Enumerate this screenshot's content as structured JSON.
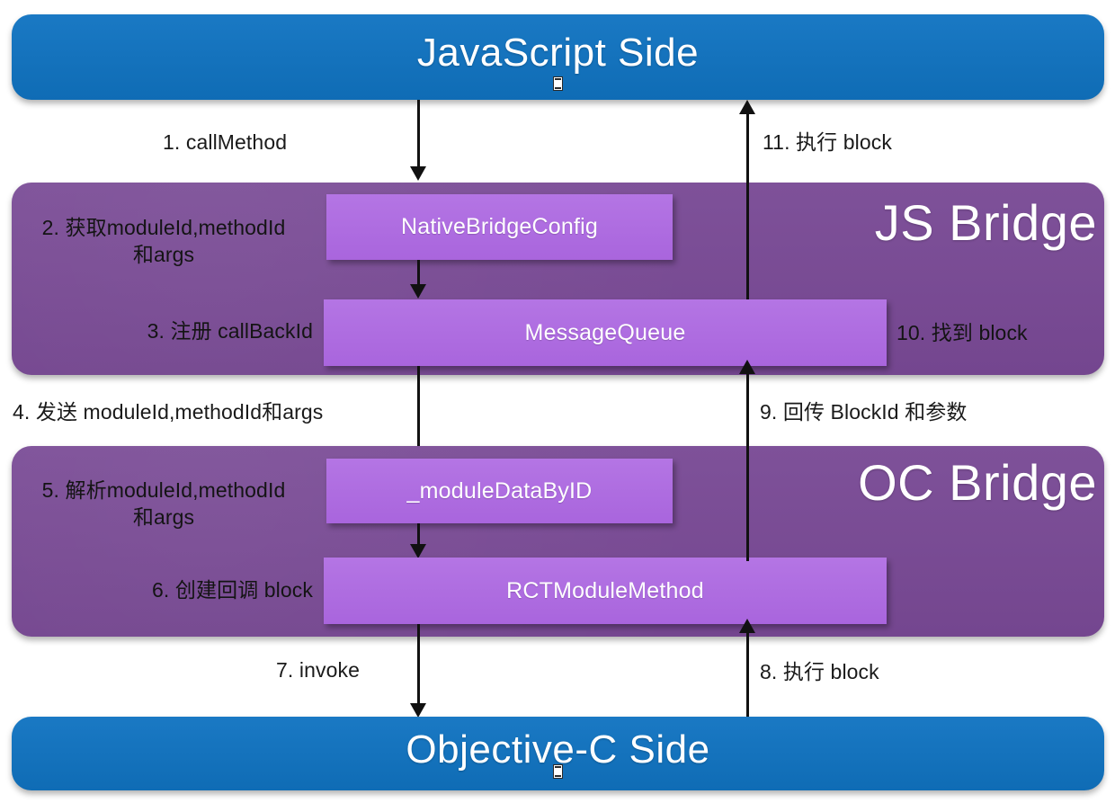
{
  "diagram": {
    "title": "React Native JavaScript / Objective-C Bridge call flow",
    "colors": {
      "blue_band": "#1272bd",
      "purple_band": "#7a4c97",
      "process_box": "#b06ee0",
      "arrow": "#111111",
      "label_text": "#1a1a1a",
      "box_text": "#ffffff",
      "background": "#ffffff"
    }
  },
  "bands": {
    "js_side": {
      "title": "JavaScript Side"
    },
    "js_bridge": {
      "title": "JS Bridge"
    },
    "oc_bridge": {
      "title": "OC Bridge"
    },
    "oc_side": {
      "title": "Objective-C Side"
    }
  },
  "boxes": {
    "native_bridge_config": {
      "label": "NativeBridgeConfig"
    },
    "message_queue": {
      "label": "MessageQueue"
    },
    "module_data_by_id": {
      "label": "_moduleDataByID"
    },
    "rct_module_method": {
      "label": "RCTModuleMethod"
    }
  },
  "steps": [
    {
      "id": 1,
      "text": "1. callMethod",
      "direction": "down",
      "lane": "left"
    },
    {
      "id": 2,
      "text": "2. 获取moduleId,methodId\n和args",
      "direction": "down",
      "lane": "left"
    },
    {
      "id": 3,
      "text": "3. 注册 callBackId",
      "direction": "down",
      "lane": "left"
    },
    {
      "id": 4,
      "text": "4. 发送 moduleId,methodId和args",
      "direction": "down",
      "lane": "left"
    },
    {
      "id": 5,
      "text": "5. 解析moduleId,methodId\n和args",
      "direction": "down",
      "lane": "left"
    },
    {
      "id": 6,
      "text": "6. 创建回调 block",
      "direction": "down",
      "lane": "left"
    },
    {
      "id": 7,
      "text": "7. invoke",
      "direction": "down",
      "lane": "left"
    },
    {
      "id": 8,
      "text": "8. 执行 block",
      "direction": "up",
      "lane": "right"
    },
    {
      "id": 9,
      "text": "9. 回传 BlockId 和参数",
      "direction": "up",
      "lane": "right"
    },
    {
      "id": 10,
      "text": "10. 找到 block",
      "direction": "up",
      "lane": "right"
    },
    {
      "id": 11,
      "text": "11. 执行 block",
      "direction": "up",
      "lane": "right"
    }
  ],
  "icons": {
    "text_caret_top": "text-caret-icon",
    "text_caret_bottom": "text-caret-icon"
  }
}
